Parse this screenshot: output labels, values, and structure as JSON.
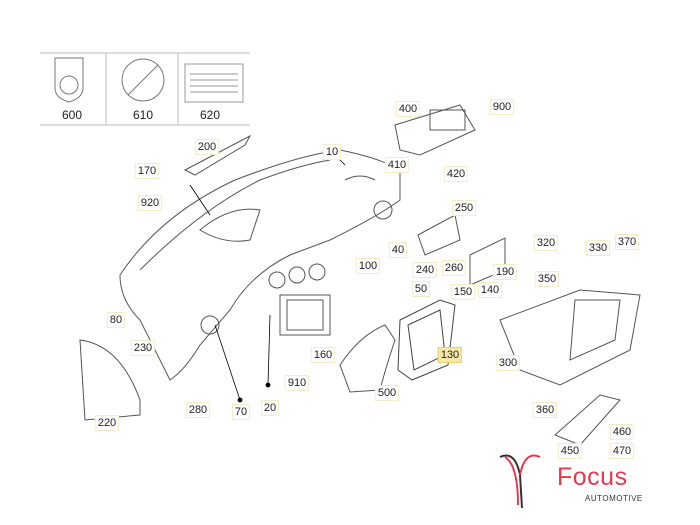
{
  "label_set": {
    "items": [
      "600",
      "610",
      "620"
    ]
  },
  "parts": [
    "200",
    "10",
    "170",
    "920",
    "400",
    "900",
    "410",
    "420",
    "250",
    "40",
    "240",
    "260",
    "190",
    "100",
    "320",
    "330",
    "370",
    "350",
    "50",
    "150",
    "140",
    "80",
    "230",
    "160",
    "910",
    "130",
    "300",
    "500",
    "280",
    "70",
    "20",
    "220",
    "360",
    "460",
    "450",
    "470"
  ],
  "highlighted_part": "130",
  "brand": {
    "name": "Focus",
    "subtitle": "AUTOMOTIVE",
    "color": "#e8384f"
  }
}
